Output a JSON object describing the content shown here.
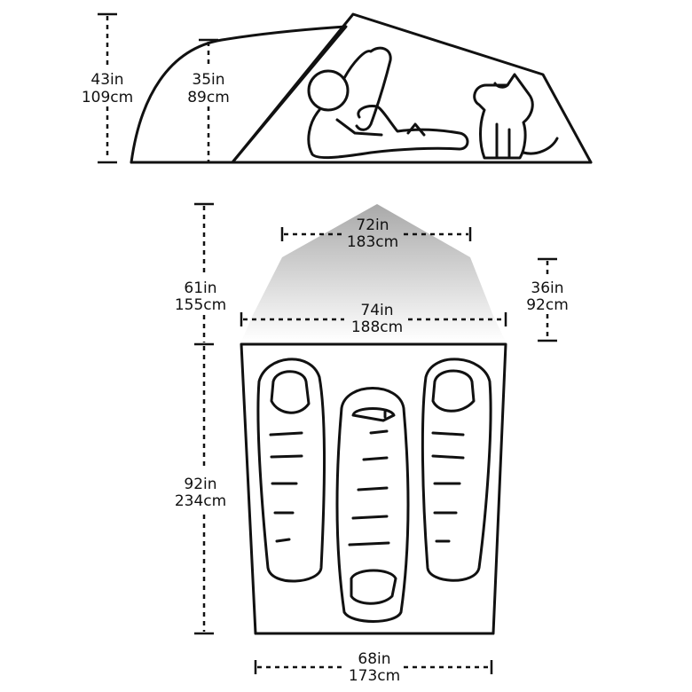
{
  "side_view": {
    "peak_height": {
      "imperial": "43in",
      "metric": "109cm"
    },
    "door_height": {
      "imperial": "35in",
      "metric": "89cm"
    }
  },
  "floor_plan": {
    "vestibule_depth": {
      "imperial": "61in",
      "metric": "155cm"
    },
    "vestibule_width": {
      "imperial": "72in",
      "metric": "183cm"
    },
    "head_width": {
      "imperial": "74in",
      "metric": "188cm"
    },
    "door_height": {
      "imperial": "36in",
      "metric": "92cm"
    },
    "floor_length": {
      "imperial": "92in",
      "metric": "234cm"
    },
    "foot_width": {
      "imperial": "68in",
      "metric": "173cm"
    }
  },
  "colors": {
    "ink": "#111111",
    "fill": "#ffffff",
    "vestibule_dark": "#a9a9a9",
    "vestibule_light": "#ffffff"
  },
  "icons": [
    "person-reclining-icon",
    "dog-sitting-icon",
    "sleeping-bag-icon"
  ]
}
